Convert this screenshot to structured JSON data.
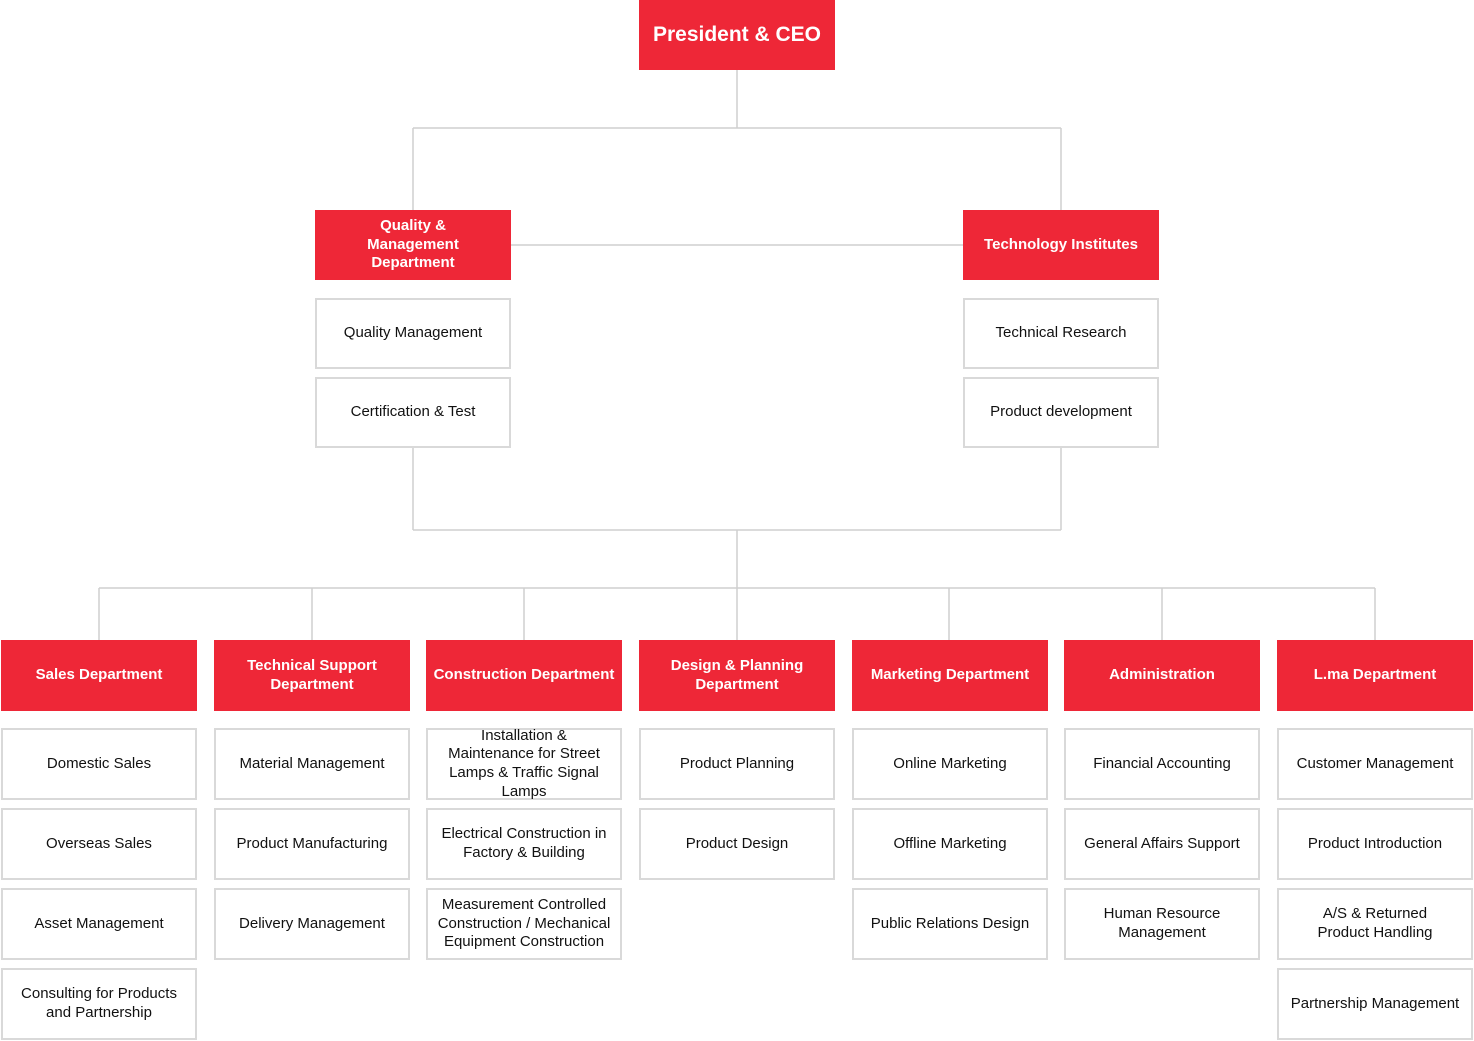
{
  "colors": {
    "accent": "#ee2737",
    "line": "#cfcfcf",
    "box_border": "#d9d9d9"
  },
  "ceo": {
    "title": "President & CEO"
  },
  "quality_department": {
    "title": "Quality & Management Department",
    "units": [
      "Quality Management",
      "Certification & Test"
    ]
  },
  "technology_institutes": {
    "title": "Technology Institutes",
    "units": [
      "Technical Research",
      "Product development"
    ]
  },
  "departments": [
    {
      "title": "Sales Department",
      "units": [
        "Domestic Sales",
        "Overseas Sales",
        "Asset Management",
        "Consulting for Products and Partnership"
      ]
    },
    {
      "title": "Technical Support Department",
      "units": [
        "Material Management",
        "Product Manufacturing",
        "Delivery Management"
      ]
    },
    {
      "title": "Construction Department",
      "units": [
        "Installation & Maintenance for Street Lamps & Traffic Signal Lamps",
        "Electrical Construction in Factory & Building",
        "Measurement Controlled Construction / Mechanical Equipment Construction"
      ]
    },
    {
      "title": "Design & Planning Department",
      "units": [
        "Product Planning",
        "Product Design"
      ]
    },
    {
      "title": "Marketing Department",
      "units": [
        "Online Marketing",
        "Offline Marketing",
        "Public Relations Design"
      ]
    },
    {
      "title": "Administration",
      "units": [
        "Financial Accounting",
        "General Affairs Support",
        "Human Resource Management"
      ]
    },
    {
      "title": "L.ma Department",
      "units": [
        "Customer Management",
        "Product Introduction",
        "A/S & Returned Product Handling",
        "Partnership Management"
      ]
    }
  ]
}
